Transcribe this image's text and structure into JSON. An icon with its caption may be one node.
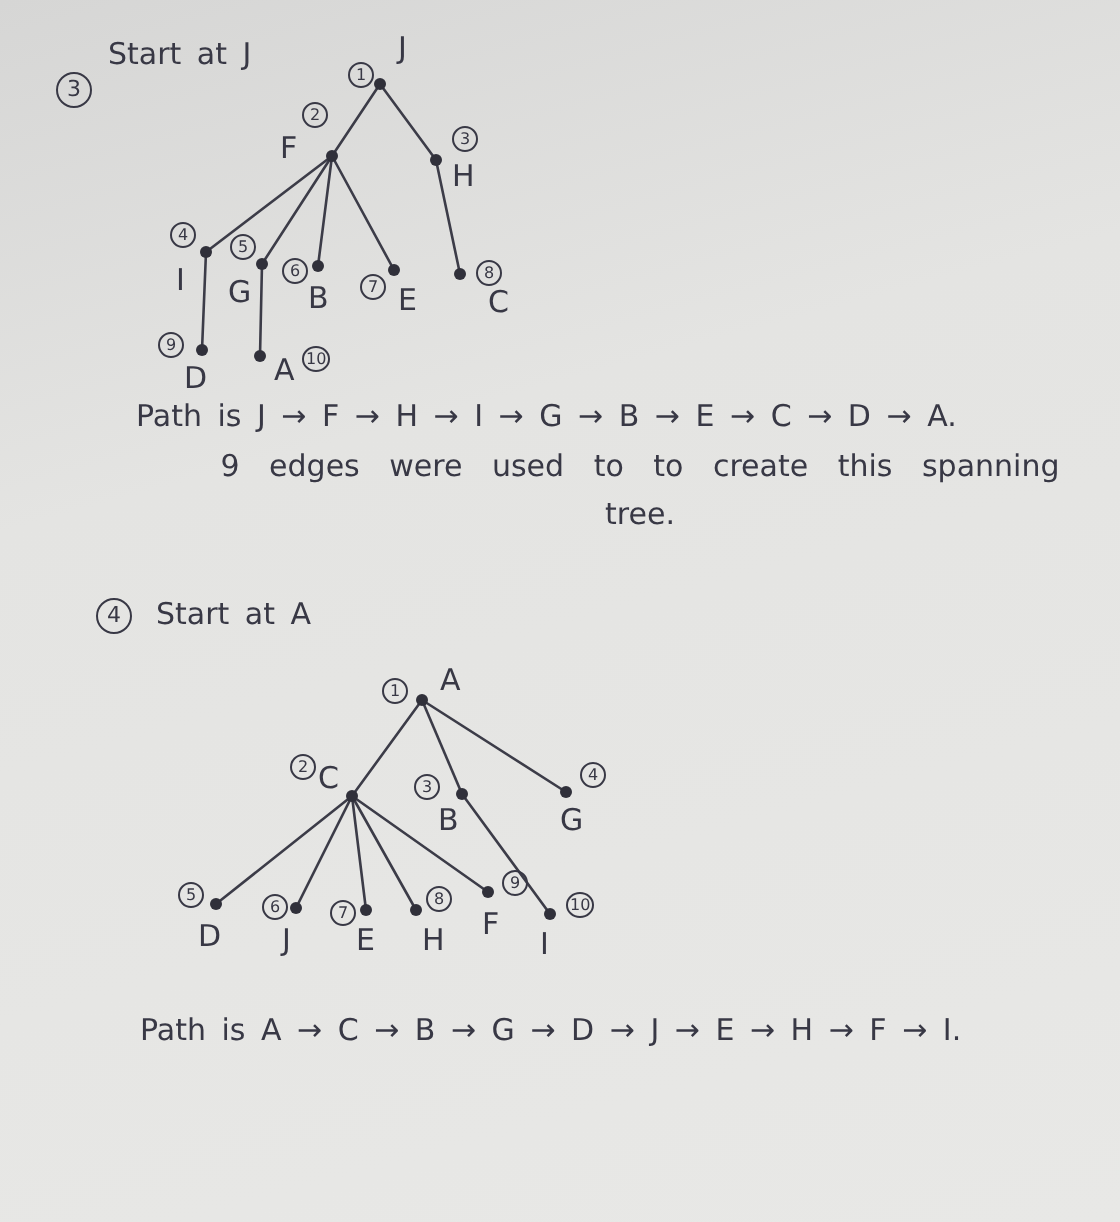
{
  "diagram": {
    "nodes": [
      {
        "text": [
          "J"
        ],
        "beside": [
          "1"
        ]
      },
      {
        "text": [
          "F"
        ],
        "beside": [
          "2"
        ]
      },
      {
        "text": [
          "H"
        ],
        "beside": [
          "3"
        ]
      },
      {
        "text": [
          "I"
        ],
        "beside": [
          "4"
        ]
      },
      {
        "text": [
          "G"
        ],
        "beside": [
          "5"
        ]
      },
      {
        "text": [
          "B"
        ],
        "beside": [
          "6"
        ]
      },
      {
        "text": [
          "E"
        ],
        "beside": [
          "7"
        ]
      },
      {
        "text": [
          "C"
        ],
        "beside": [
          "8"
        ]
      },
      {
        "text": [
          "D"
        ],
        "beside": [
          "9"
        ]
      },
      {
        "text": [
          "A"
        ],
        "beside": [
          "10"
        ]
      },
      {
        "text": [
          "A"
        ],
        "beside": [
          "1"
        ]
      },
      {
        "text": [
          "C"
        ],
        "beside": [
          "2"
        ]
      },
      {
        "text": [
          "B"
        ],
        "beside": [
          "3"
        ]
      },
      {
        "text": [
          "G"
        ],
        "beside": [
          "4"
        ]
      },
      {
        "text": [
          "D"
        ],
        "beside": [
          "5"
        ]
      },
      {
        "text": [
          "J"
        ],
        "beside": [
          "6"
        ]
      },
      {
        "text": [
          "E"
        ],
        "beside": [
          "7"
        ]
      },
      {
        "text": [
          "H"
        ],
        "beside": [
          "8"
        ]
      },
      {
        "text": [
          "F"
        ],
        "beside": [
          "9"
        ]
      },
      {
        "text": [
          "I"
        ],
        "beside": [
          "10"
        ]
      }
    ],
    "edges": [
      {
        "from": 0,
        "to": 1,
        "arrow": "none"
      },
      {
        "from": 0,
        "to": 2,
        "arrow": "none"
      },
      {
        "from": 1,
        "to": 3,
        "arrow": "none"
      },
      {
        "from": 1,
        "to": 4,
        "arrow": "none"
      },
      {
        "from": 1,
        "to": 5,
        "arrow": "none"
      },
      {
        "from": 1,
        "to": 6,
        "arrow": "none"
      },
      {
        "from": 2,
        "to": 7,
        "arrow": "none"
      },
      {
        "from": 3,
        "to": 8,
        "arrow": "none"
      },
      {
        "from": 4,
        "to": 9,
        "arrow": "none"
      },
      {
        "from": 10,
        "to": 11,
        "arrow": "none"
      },
      {
        "from": 10,
        "to": 12,
        "arrow": "none"
      },
      {
        "from": 10,
        "to": 13,
        "arrow": "none"
      },
      {
        "from": 11,
        "to": 14,
        "arrow": "none"
      },
      {
        "from": 11,
        "to": 15,
        "arrow": "none"
      },
      {
        "from": 11,
        "to": 16,
        "arrow": "none"
      },
      {
        "from": 11,
        "to": 17,
        "arrow": "none"
      },
      {
        "from": 11,
        "to": 18,
        "arrow": "none"
      },
      {
        "from": 12,
        "to": 19,
        "arrow": "none"
      }
    ],
    "labels": [
      "3",
      "Start at J",
      "Path is J → F → H → I → G → B → E → C → D → A.",
      "9 edges were used to to create this spanning tree.",
      "4",
      "Start at A",
      "Path is A → C → B → G → D → J → E → H → F → I."
    ]
  }
}
